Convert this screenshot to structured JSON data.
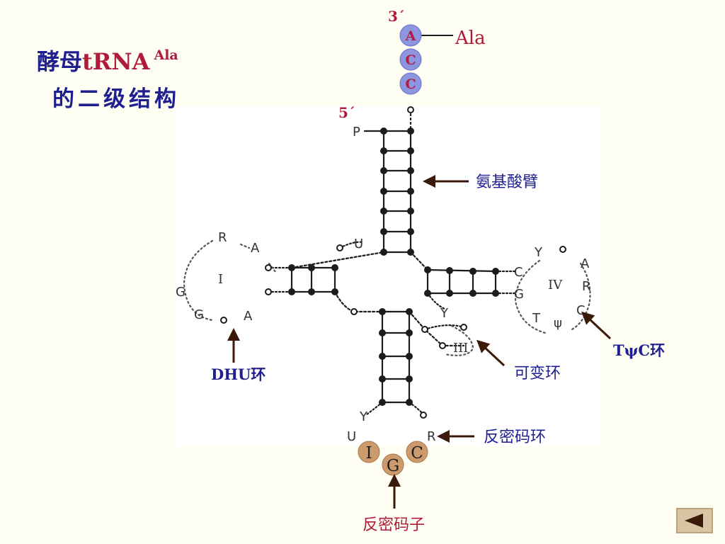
{
  "title": {
    "line1_prefix": "酵母",
    "line1_rna": "tRNA",
    "line1_sup": "Ala",
    "line2": "的二级结构"
  },
  "diagram": {
    "end_3prime": "3´",
    "end_5prime": "5´",
    "phosphate": "P",
    "acc_bases": [
      "A",
      "C",
      "C"
    ],
    "amino_acid": "Ala",
    "anticodon_bases": [
      "I",
      "G",
      "C"
    ],
    "loop_numerals": {
      "dhu": "I",
      "tpsic": "IV",
      "variable": "III"
    },
    "nucleotides": {
      "u_junction": "U",
      "dhu_R": "R",
      "dhu_A1": "A",
      "dhu_G1": "G",
      "dhu_G2": "G",
      "dhu_A2": "A",
      "t_C1": "C",
      "t_G": "G",
      "t_Y": "Y",
      "t_A": "A",
      "t_R": "R",
      "t_C2": "C",
      "t_psi": "ψ",
      "t_T": "T",
      "yjunc": "Y",
      "ac_Y": "Y",
      "ac_U": "U",
      "ac_R": "R"
    },
    "labels": {
      "acceptor_arm": "氨基酸臂",
      "tpsic_loop": "TψC环",
      "dhu_loop": "DHU环",
      "variable_loop": "可变环",
      "anticodon_loop": "反密码环",
      "anticodon": "反密码子"
    }
  },
  "colors": {
    "title_blue": "#1F1F8F",
    "title_red": "#B01A3C",
    "base_circle_fill": "#8E95E0",
    "anticodon_fill": "#CC9A6C",
    "arrow": "#3B1A0A"
  },
  "nav": {
    "back_icon": "back-triangle-icon"
  }
}
